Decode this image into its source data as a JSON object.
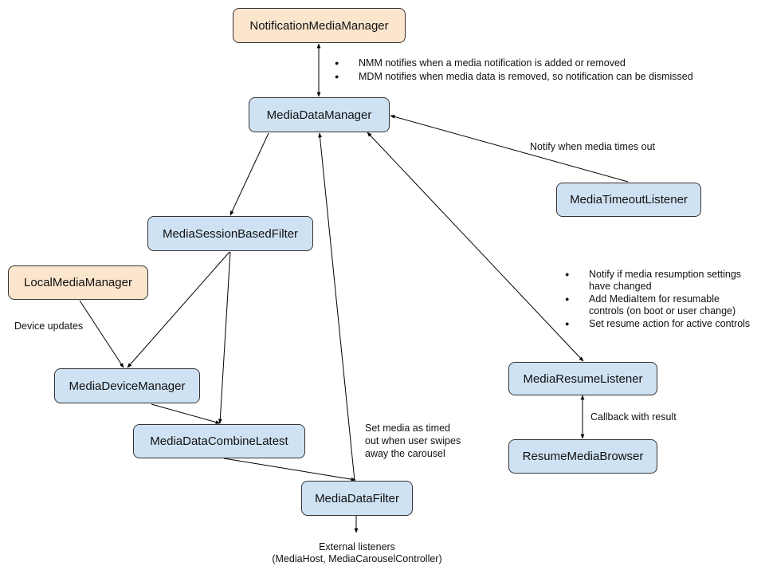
{
  "nodes": {
    "notification_media_manager": "NotificationMediaManager",
    "media_data_manager": "MediaDataManager",
    "media_session_based_filter": "MediaSessionBasedFilter",
    "media_timeout_listener": "MediaTimeoutListener",
    "local_media_manager": "LocalMediaManager",
    "media_device_manager": "MediaDeviceManager",
    "media_data_combine_latest": "MediaDataCombineLatest",
    "media_data_filter": "MediaDataFilter",
    "media_resume_listener": "MediaResumeListener",
    "resume_media_browser": "ResumeMediaBrowser"
  },
  "notes": {
    "nmm_mdm": [
      "NMM notifies when a media notification is added or removed",
      "MDM notifies when media data is removed, so notification can be dismissed"
    ],
    "timeout": "Notify when media times out",
    "resume": [
      [
        "Notify if media resumption settings",
        "have changed"
      ],
      [
        "Add MediaItem for resumable",
        "controls (on boot or user change)"
      ],
      [
        "Set resume action for active controls"
      ]
    ],
    "device_updates": "Device updates",
    "set_timed_out": [
      "Set media as timed",
      "out when user swipes",
      "away the carousel"
    ],
    "callback": "Callback with result",
    "external": [
      "External listeners",
      "(MediaHost, MediaCarouselController)"
    ]
  },
  "colors": {
    "node_blue": "#cfe2f3",
    "node_orange": "#fce5cd",
    "edge": "#000000"
  }
}
